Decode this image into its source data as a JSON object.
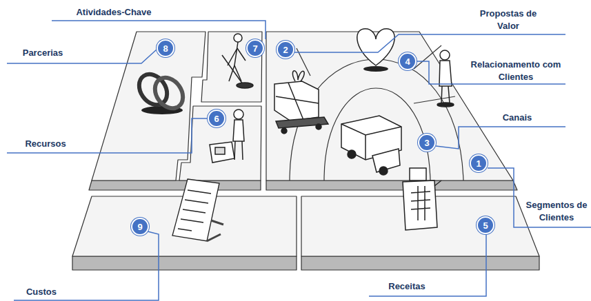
{
  "diagram": {
    "nodes": [
      {
        "text": [
          "8"
        ]
      },
      {
        "text": [
          "7"
        ]
      },
      {
        "text": [
          "2"
        ]
      },
      {
        "text": [
          "4"
        ]
      },
      {
        "text": [
          "6"
        ]
      },
      {
        "text": [
          "3"
        ]
      },
      {
        "text": [
          "1"
        ]
      },
      {
        "text": [
          "9"
        ]
      },
      {
        "text": [
          "5"
        ]
      }
    ],
    "labels": [
      "Atividades-Chave",
      "Propostas de Valor",
      "Parcerias",
      "Relacionamento com Clientes",
      "Canais",
      "Recursos",
      "Segmentos de Clientes",
      "Custos",
      "Receitas"
    ]
  }
}
